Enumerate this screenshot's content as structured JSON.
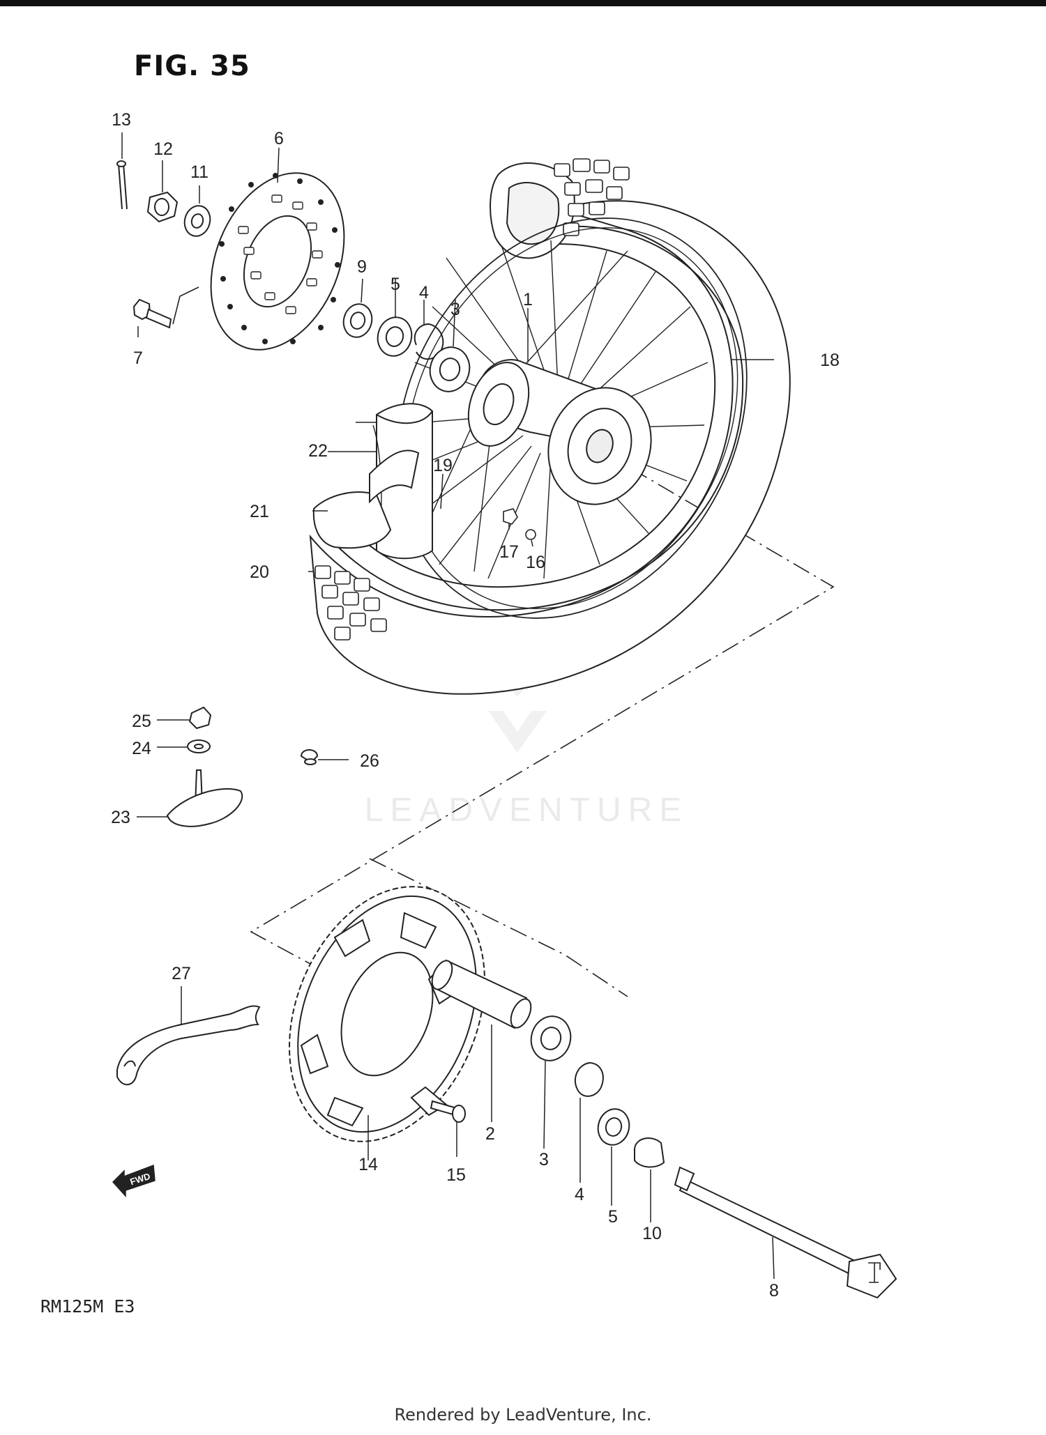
{
  "figure": {
    "title": "FIG. 35"
  },
  "model": "RM125M  E3",
  "footer": "Rendered by LeadVenture, Inc.",
  "watermark": "LEADVENTURE",
  "fwd_label": "FWD",
  "callouts": [
    {
      "id": "c1",
      "label": "1"
    },
    {
      "id": "c2",
      "label": "2"
    },
    {
      "id": "c3a",
      "label": "3"
    },
    {
      "id": "c3b",
      "label": "3"
    },
    {
      "id": "c4a",
      "label": "4"
    },
    {
      "id": "c4b",
      "label": "4"
    },
    {
      "id": "c5a",
      "label": "5"
    },
    {
      "id": "c5b",
      "label": "5"
    },
    {
      "id": "c6",
      "label": "6"
    },
    {
      "id": "c7",
      "label": "7"
    },
    {
      "id": "c8",
      "label": "8"
    },
    {
      "id": "c9",
      "label": "9"
    },
    {
      "id": "c10",
      "label": "10"
    },
    {
      "id": "c11",
      "label": "11"
    },
    {
      "id": "c12",
      "label": "12"
    },
    {
      "id": "c13",
      "label": "13"
    },
    {
      "id": "c14",
      "label": "14"
    },
    {
      "id": "c15",
      "label": "15"
    },
    {
      "id": "c16",
      "label": "16"
    },
    {
      "id": "c17",
      "label": "17"
    },
    {
      "id": "c18",
      "label": "18"
    },
    {
      "id": "c19",
      "label": "19"
    },
    {
      "id": "c20",
      "label": "20"
    },
    {
      "id": "c21",
      "label": "21"
    },
    {
      "id": "c22",
      "label": "22"
    },
    {
      "id": "c23",
      "label": "23"
    },
    {
      "id": "c24",
      "label": "24"
    },
    {
      "id": "c25",
      "label": "25"
    },
    {
      "id": "c26",
      "label": "26"
    },
    {
      "id": "c27",
      "label": "27"
    }
  ]
}
